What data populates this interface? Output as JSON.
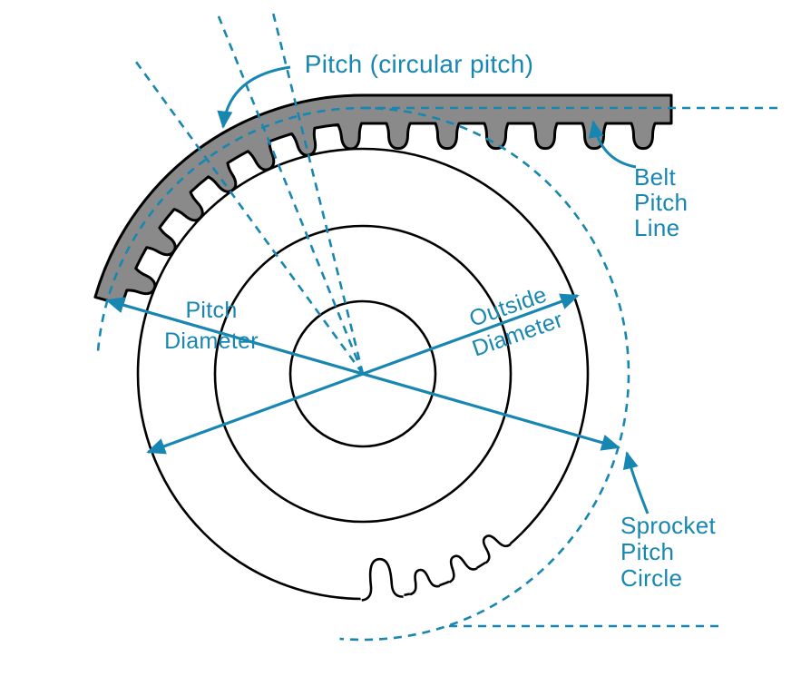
{
  "diagram": {
    "labels": {
      "pitch_circular": "Pitch  (circular pitch)",
      "belt_pitch_line": [
        "Belt",
        "Pitch",
        "Line"
      ],
      "pitch_diameter": [
        "Pitch",
        "Diameter"
      ],
      "outside_diameter": [
        "Outside",
        "Diameter"
      ],
      "sprocket_pitch_circle": [
        "Sprocket",
        "Pitch",
        "Circle"
      ]
    },
    "colors": {
      "accent": "#1787b2",
      "belt_gray": "#8a8a8a",
      "outline": "#000000",
      "background": "#ffffff"
    }
  }
}
